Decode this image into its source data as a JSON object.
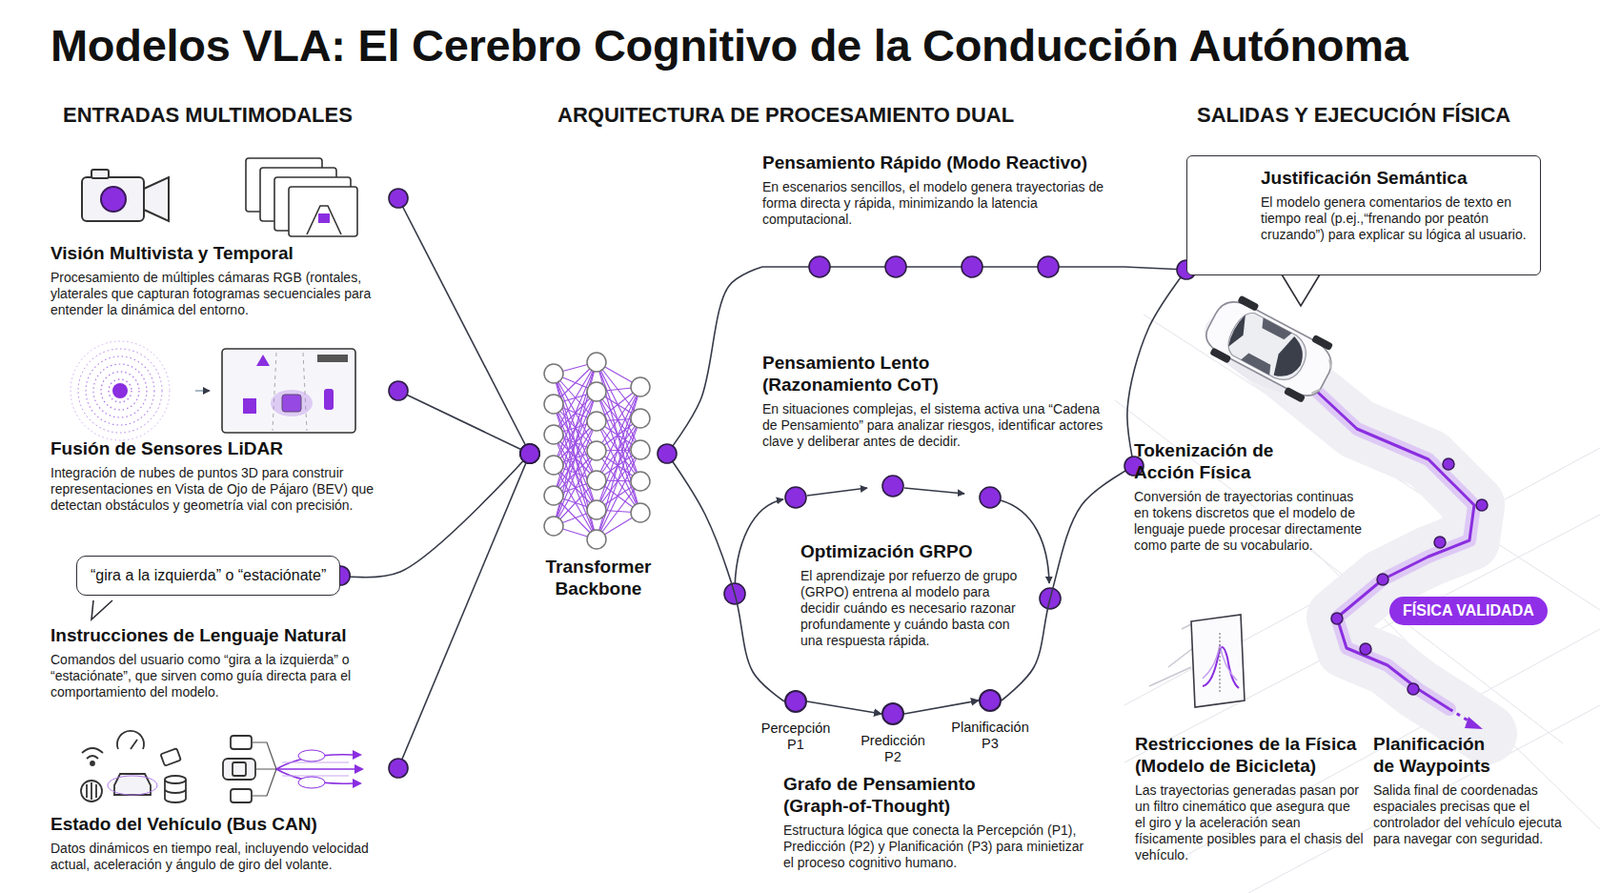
{
  "diagram": {
    "title": "Modelos VLA: El Cerebro Cognitivo de la Conducción Autónoma",
    "nodes": [
      {
        "text": [
          "Visión Multivista y Temporal",
          "Procesamiento de múltiples cámaras RGB (rontales, ylaterales que capturan fotogramas secuenciales para entender la dinámica del entorno."
        ]
      },
      {
        "text": [
          "Fusión de Sensores LiDAR",
          "Integración de nubes de puntos 3D para construir representaciones en Vista de Ojo de Pájaro (BEV) que detectan obstáculos y geometría vial con precisión."
        ]
      },
      {
        "text": [
          "“gira a la izquierda” o “estaciónate”"
        ]
      },
      {
        "text": [
          "Instrucciones de Lenguaje Natural",
          "Comandos del usuario como “gira a la izquierda” o “estaciónate”, que sirven como guía directa para el comportamiento del modelo."
        ]
      },
      {
        "text": [
          "Estado del Vehículo (Bus CAN)",
          "Datos dinámicos en tiempo real, incluyendo velocidad actual, aceleración y ángulo de giro del volante."
        ]
      },
      {
        "text": [
          "Transformer Backbone"
        ]
      },
      {
        "text": [
          "Pensamiento Rápido (Modo Reactivo)",
          "En escenarios sencillos, el modelo genera trayectorias de forma directa y rápida, minimizando la latencia computacional."
        ]
      },
      {
        "text": [
          "Pensamiento Lento (Razonamiento CoT)",
          "En situaciones complejas, el sistema activa una “Cadena de Pensamiento” para analizar riesgos, identificar actores clave y deliberar antes de decidir."
        ]
      },
      {
        "text": [
          "Optimización GRPO",
          "El aprendizaje por refuerzo de grupo (GRPO) entrena al modelo para decidir cuándo es necesario razonar profundamente y cuándo basta con una respuesta rápida."
        ]
      },
      {
        "text": [
          "Percepción P1"
        ]
      },
      {
        "text": [
          "Predicción P2"
        ]
      },
      {
        "text": [
          "Planificación P3"
        ]
      },
      {
        "text": [
          "Grafo de Pensamiento (Graph-of-Thought)",
          "Estructura lógica que conecta la Percepción (P1), Predicción (P2) y Planificación (P3) para minietizar el proceso cognitivo humano."
        ]
      },
      {
        "text": [
          "Justificación Semántica",
          "El modelo genera comentarios de texto en tiempo real (p.ej.,“frenando por peatón cruzando”) para explicar su lógica al usuario."
        ]
      },
      {
        "text": [
          "Tokenización de Acción Física",
          "Conversión de trayectorias continuas en tokens discretos que el modelo de lenguaje puede procesar directamente como parte de su vocabulario."
        ]
      },
      {
        "text": [
          "FÍSICA VALIDADA"
        ]
      },
      {
        "text": [
          "Restricciones de la Física (Modelo de Bicicleta)",
          "Las trayectorias generadas pasan por un filtro cinemático que asegura que el giro y la aceleración sean físicamente posibles para el chasis del vehículo."
        ]
      },
      {
        "text": [
          "Planificación de Waypoints",
          "Salida final de coordenadas espaciales precisas que el controlador del vehículo ejecuta para navegar con seguridad."
        ]
      }
    ],
    "edges": [
      {
        "from": 0,
        "to": 5,
        "arrow": "none"
      },
      {
        "from": 1,
        "to": 5,
        "arrow": "none"
      },
      {
        "from": 2,
        "to": 5,
        "arrow": "none"
      },
      {
        "from": 4,
        "to": 5,
        "arrow": "none"
      },
      {
        "from": 5,
        "to": 6,
        "arrow": "none"
      },
      {
        "from": 5,
        "to": 9,
        "arrow": "none"
      },
      {
        "from": 9,
        "to": 10,
        "arrow": "to"
      },
      {
        "from": 10,
        "to": 11,
        "arrow": "to"
      },
      {
        "from": 11,
        "to": 14,
        "arrow": "none"
      },
      {
        "from": 6,
        "to": 13,
        "arrow": "none"
      },
      {
        "from": 14,
        "to": 13,
        "arrow": "none"
      }
    ],
    "labels": [
      "ENTRADAS MULTIMODALES",
      "ARQUITECTURA DE PROCESAMIENTO DUAL",
      "SALIDAS Y EJECUCIÓN FÍSICA"
    ]
  }
}
